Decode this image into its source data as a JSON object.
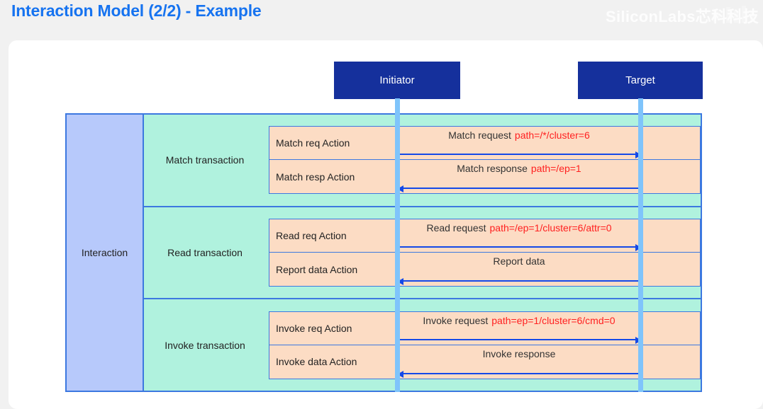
{
  "header": {
    "title": "Interaction Model (2/2) - Example",
    "watermark": "SiliconLabs芯科科技"
  },
  "diagram": {
    "type": "sequence",
    "nodes": [
      {
        "id": "initiator",
        "label": "Initiator"
      },
      {
        "id": "target",
        "label": "Target"
      }
    ],
    "group_label": "Interaction",
    "colors": {
      "title": "#1673f0",
      "node_fill": "#15309c",
      "group_fill": "#b7c9fb",
      "transaction_fill": "#b0f2de",
      "action_fill": "#fcdcc4",
      "border": "#3c78e0",
      "arrow": "#1449e8",
      "path_text": "#ff2020",
      "lifeline": "#7fc4fb"
    },
    "transactions": [
      {
        "label": "Match transaction",
        "actions": [
          {
            "name": "Match req Action",
            "message": "Match request",
            "path": "path=/*/cluster=6",
            "direction": "right"
          },
          {
            "name": "Match resp Action",
            "message": "Match response",
            "path": "path=/ep=1",
            "direction": "left"
          }
        ]
      },
      {
        "label": "Read transaction",
        "actions": [
          {
            "name": "Read req Action",
            "message": "Read request",
            "path": "path=/ep=1/cluster=6/attr=0",
            "direction": "right"
          },
          {
            "name": "Report data Action",
            "message": "Report data",
            "path": "",
            "direction": "left"
          }
        ]
      },
      {
        "label": "Invoke transaction",
        "actions": [
          {
            "name": "Invoke req Action",
            "message": "Invoke request",
            "path": "path=ep=1/cluster=6/cmd=0",
            "direction": "right"
          },
          {
            "name": "Invoke data Action",
            "message": "Invoke response",
            "path": "",
            "direction": "left"
          }
        ]
      }
    ]
  }
}
